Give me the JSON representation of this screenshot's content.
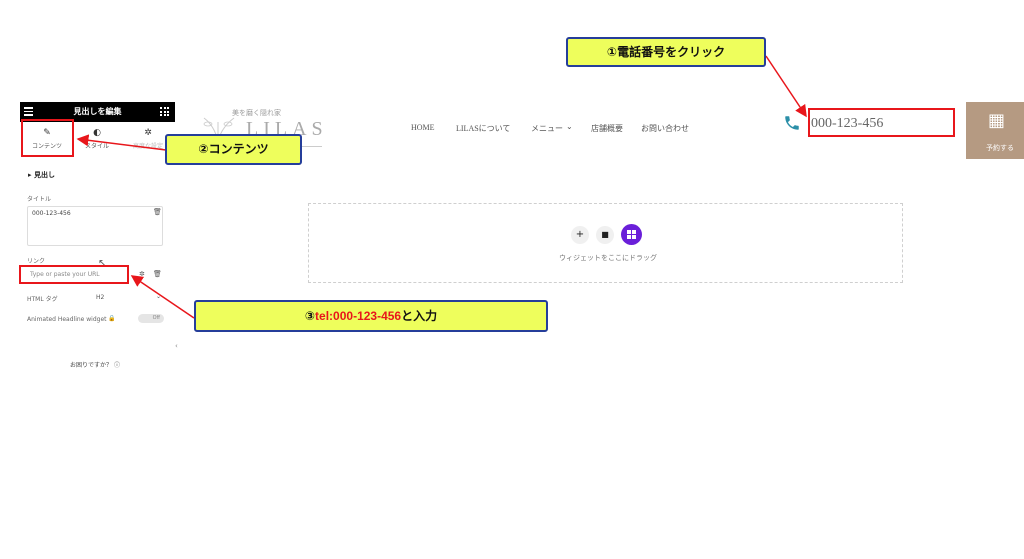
{
  "panel": {
    "title": "見出しを編集",
    "tabs": [
      {
        "label": "コンテンツ",
        "icon": "pencil-icon"
      },
      {
        "label": "スタイル",
        "icon": "contrast-icon"
      },
      {
        "label": "高度な設定",
        "icon": "gear-icon"
      }
    ],
    "section_title": "見出し",
    "title_field": {
      "label": "タイトル",
      "value": "000-123-456"
    },
    "link_field": {
      "label": "リンク",
      "placeholder": "Type or paste your URL"
    },
    "html_tag": {
      "label": "HTML タグ",
      "value": "H2"
    },
    "animated_headline": {
      "label": "Animated Headline widget",
      "toggle": "Off"
    },
    "help": "お困りですか？"
  },
  "site": {
    "logo_tagline": "美を磨く隠れ家",
    "logo_name": "LILAS",
    "nav": [
      "HOME",
      "LILASについて",
      "メニュー",
      "店舗概要",
      "お問い合わせ"
    ],
    "phone": "000-123-456",
    "reserve_label": "予約する"
  },
  "dropzone": {
    "text": "ウィジェットをここにドラッグ"
  },
  "annotations": {
    "callout_1": "①電話番号をクリック",
    "callout_2": "②コンテンツ",
    "callout_3_prefix": "③",
    "callout_3_highlight": "tel:000-123-456",
    "callout_3_suffix": "と入力"
  },
  "colors": {
    "annotation_red": "#e8161b",
    "callout_fill": "#eefe5c",
    "callout_border": "#253e9a",
    "phone_icon": "#2b8fa8",
    "reserve_bg": "#b59a82",
    "template_btn": "#6a1fd9"
  }
}
